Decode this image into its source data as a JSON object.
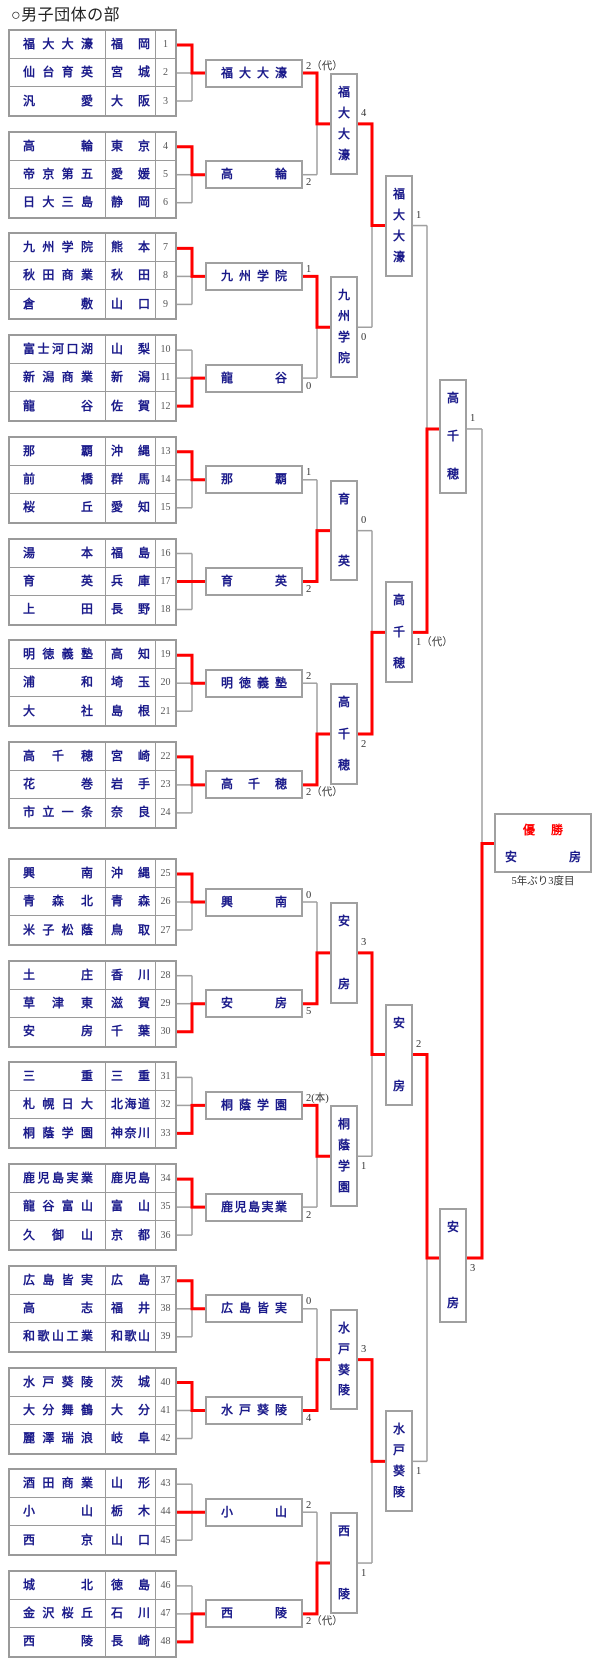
{
  "title": "○男子団体の部",
  "colors": {
    "winner_line": "#ff0000",
    "bracket_line": "#a0a0a0",
    "team_text": "#1a1a8a",
    "champion_label": "#ff0000"
  },
  "groups": [
    {
      "teams": [
        {
          "no": "1",
          "name": "福大大濠",
          "pref": "福岡"
        },
        {
          "no": "2",
          "name": "仙台育英",
          "pref": "宮城"
        },
        {
          "no": "3",
          "name": "汎愛",
          "pref": "大阪"
        }
      ],
      "advanced": 0,
      "winner": "福大大濠",
      "score": "2（代）"
    },
    {
      "teams": [
        {
          "no": "4",
          "name": "高輪",
          "pref": "東京"
        },
        {
          "no": "5",
          "name": "帝京第五",
          "pref": "愛媛"
        },
        {
          "no": "6",
          "name": "日大三島",
          "pref": "静岡"
        }
      ],
      "advanced": 0,
      "winner": "高輪",
      "score": "2"
    },
    {
      "teams": [
        {
          "no": "7",
          "name": "九州学院",
          "pref": "熊本"
        },
        {
          "no": "8",
          "name": "秋田商業",
          "pref": "秋田"
        },
        {
          "no": "9",
          "name": "倉敷",
          "pref": "山口"
        }
      ],
      "advanced": 0,
      "winner": "九州学院",
      "score": "1"
    },
    {
      "teams": [
        {
          "no": "10",
          "name": "富士河口湖",
          "pref": "山梨"
        },
        {
          "no": "11",
          "name": "新潟商業",
          "pref": "新潟"
        },
        {
          "no": "12",
          "name": "龍谷",
          "pref": "佐賀"
        }
      ],
      "advanced": 2,
      "winner": "龍谷",
      "score": "0"
    },
    {
      "teams": [
        {
          "no": "13",
          "name": "那覇",
          "pref": "沖縄"
        },
        {
          "no": "14",
          "name": "前橋",
          "pref": "群馬"
        },
        {
          "no": "15",
          "name": "桜丘",
          "pref": "愛知"
        }
      ],
      "advanced": 0,
      "winner": "那覇",
      "score": "1"
    },
    {
      "teams": [
        {
          "no": "16",
          "name": "湯本",
          "pref": "福島"
        },
        {
          "no": "17",
          "name": "育英",
          "pref": "兵庫"
        },
        {
          "no": "18",
          "name": "上田",
          "pref": "長野"
        }
      ],
      "advanced": 1,
      "winner": "育英",
      "score": "2"
    },
    {
      "teams": [
        {
          "no": "19",
          "name": "明徳義塾",
          "pref": "高知"
        },
        {
          "no": "20",
          "name": "浦和",
          "pref": "埼玉"
        },
        {
          "no": "21",
          "name": "大社",
          "pref": "島根"
        }
      ],
      "advanced": 0,
      "winner": "明徳義塾",
      "score": "2"
    },
    {
      "teams": [
        {
          "no": "22",
          "name": "高千穂",
          "pref": "宮崎"
        },
        {
          "no": "23",
          "name": "花巻",
          "pref": "岩手"
        },
        {
          "no": "24",
          "name": "市立一条",
          "pref": "奈良"
        }
      ],
      "advanced": 0,
      "winner": "高千穂",
      "score": "2（代）"
    },
    {
      "teams": [
        {
          "no": "25",
          "name": "興南",
          "pref": "沖縄"
        },
        {
          "no": "26",
          "name": "青森北",
          "pref": "青森"
        },
        {
          "no": "27",
          "name": "米子松蔭",
          "pref": "鳥取"
        }
      ],
      "advanced": 0,
      "winner": "興南",
      "score": "0"
    },
    {
      "teams": [
        {
          "no": "28",
          "name": "土庄",
          "pref": "香川"
        },
        {
          "no": "29",
          "name": "草津東",
          "pref": "滋賀"
        },
        {
          "no": "30",
          "name": "安房",
          "pref": "千葉"
        }
      ],
      "advanced": 2,
      "winner": "安房",
      "score": "5"
    },
    {
      "teams": [
        {
          "no": "31",
          "name": "三重",
          "pref": "三重"
        },
        {
          "no": "32",
          "name": "札幌日大",
          "pref": "北海道"
        },
        {
          "no": "33",
          "name": "桐蔭学園",
          "pref": "神奈川"
        }
      ],
      "advanced": 2,
      "winner": "桐蔭学園",
      "score": "2(本)"
    },
    {
      "teams": [
        {
          "no": "34",
          "name": "鹿児島実業",
          "pref": "鹿児島"
        },
        {
          "no": "35",
          "name": "龍谷富山",
          "pref": "富山"
        },
        {
          "no": "36",
          "name": "久御山",
          "pref": "京都"
        }
      ],
      "advanced": 0,
      "winner": "鹿児島実業",
      "score": "2"
    },
    {
      "teams": [
        {
          "no": "37",
          "name": "広島皆実",
          "pref": "広島"
        },
        {
          "no": "38",
          "name": "高志",
          "pref": "福井"
        },
        {
          "no": "39",
          "name": "和歌山工業",
          "pref": "和歌山"
        }
      ],
      "advanced": 0,
      "winner": "広島皆実",
      "score": "0"
    },
    {
      "teams": [
        {
          "no": "40",
          "name": "水戸葵陵",
          "pref": "茨城"
        },
        {
          "no": "41",
          "name": "大分舞鶴",
          "pref": "大分"
        },
        {
          "no": "42",
          "name": "麗澤瑞浪",
          "pref": "岐阜"
        }
      ],
      "advanced": 0,
      "winner": "水戸葵陵",
      "score": "4"
    },
    {
      "teams": [
        {
          "no": "43",
          "name": "酒田商業",
          "pref": "山形"
        },
        {
          "no": "44",
          "name": "小山",
          "pref": "栃木"
        },
        {
          "no": "45",
          "name": "西京",
          "pref": "山口"
        }
      ],
      "advanced": 1,
      "winner": "小山",
      "score": "2"
    },
    {
      "teams": [
        {
          "no": "46",
          "name": "城北",
          "pref": "徳島"
        },
        {
          "no": "47",
          "name": "金沢桜丘",
          "pref": "石川"
        },
        {
          "no": "48",
          "name": "西陵",
          "pref": "長崎"
        }
      ],
      "advanced": 2,
      "winner": "西陵",
      "score": "2（代）"
    }
  ],
  "round2": [
    {
      "name": "福大大濠",
      "score": "4",
      "from": 0
    },
    {
      "name": "九州学院",
      "score": "0",
      "from": 0
    },
    {
      "name": "育英",
      "score": "0",
      "from": 1
    },
    {
      "name": "高千穂",
      "score": "2",
      "from": 1
    },
    {
      "name": "安房",
      "score": "3",
      "from": 1
    },
    {
      "name": "桐蔭学園",
      "score": "1",
      "from": 0
    },
    {
      "name": "水戸葵陵",
      "score": "3",
      "from": 1
    },
    {
      "name": "西陵",
      "score": "1",
      "from": 1
    }
  ],
  "round3": [
    {
      "name": "福大大濠",
      "score": "1",
      "from": 0
    },
    {
      "name": "高千穂",
      "score": "1（代）",
      "from": 1
    },
    {
      "name": "安房",
      "score": "2",
      "from": 0
    },
    {
      "name": "水戸葵陵",
      "score": "1",
      "from": 0
    }
  ],
  "round4": [
    {
      "name": "高千穂",
      "score": "1",
      "from": 1
    },
    {
      "name": "安房",
      "score": "3",
      "from": 0
    }
  ],
  "champion": {
    "label": "優勝",
    "name": "安房",
    "note": "5年ぶり3度目",
    "from": 1
  }
}
